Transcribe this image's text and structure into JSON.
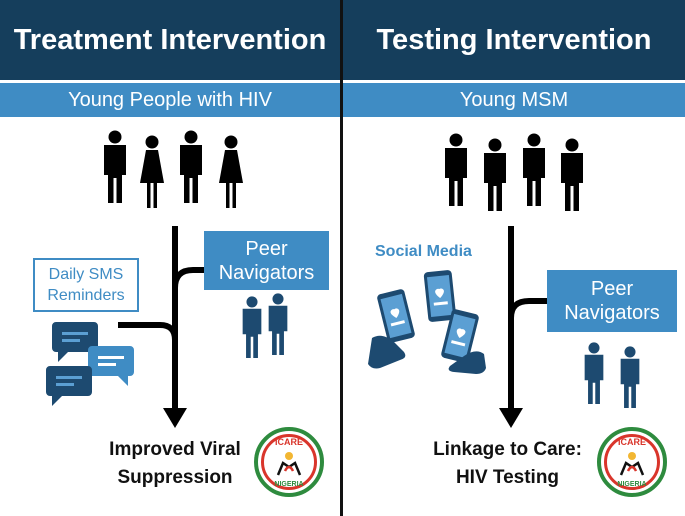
{
  "left": {
    "title": "Treatment Intervention",
    "population": "Young People with HIV",
    "sms_label": "Daily SMS Reminders",
    "peer_label": "Peer Navigators",
    "outcome": "Improved Viral Suppression"
  },
  "right": {
    "title": "Testing Intervention",
    "population": "Young MSM",
    "social_label": "Social Media",
    "peer_label": "Peer Navigators",
    "outcome_line1": "Linkage to Care:",
    "outcome_line2": "HIV Testing"
  },
  "logo": {
    "top_text": "ICARE",
    "bottom_text": "NIGERIA"
  },
  "colors": {
    "header": "#153e5c",
    "accent": "#3f8cc4",
    "dark_blue": "#1d4a70",
    "logo_green": "#2e8b3e",
    "logo_red": "#d9352b"
  },
  "icons": [
    "person-male-icon",
    "person-female-icon",
    "chat-bubbles-icon",
    "social-media-phones-icon",
    "peer-navigator-people-icon",
    "icare-nigeria-logo"
  ]
}
